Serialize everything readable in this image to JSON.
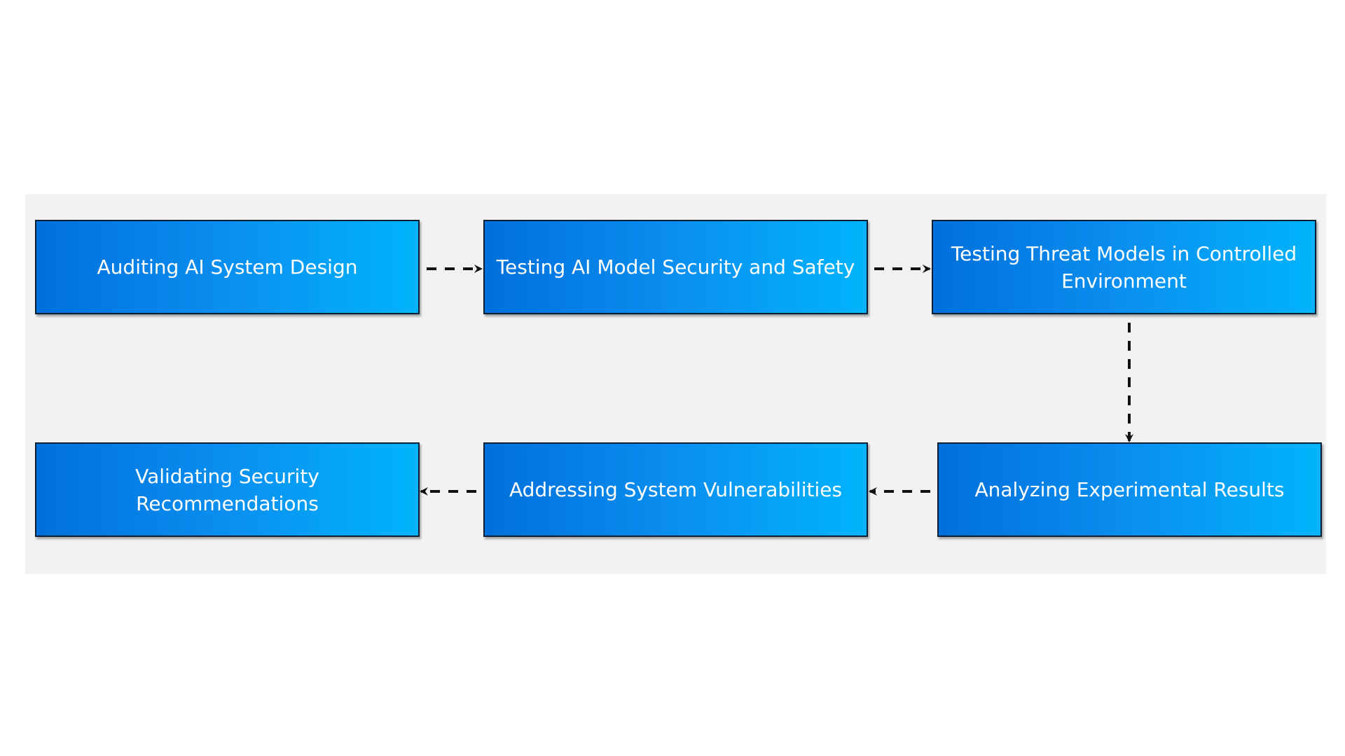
{
  "diagram": {
    "steps": [
      {
        "id": "auditing",
        "label": "Auditing AI System Design"
      },
      {
        "id": "testing-model",
        "label": "Testing AI Model Security and Safety"
      },
      {
        "id": "testing-threat",
        "label": "Testing Threat Models in Controlled Environment"
      },
      {
        "id": "analyzing",
        "label": "Analyzing Experimental Results"
      },
      {
        "id": "addressing",
        "label": "Addressing System Vulnerabilities"
      },
      {
        "id": "validating",
        "label": "Validating Security Recommendations"
      }
    ],
    "connectors": [
      {
        "from": "auditing",
        "to": "testing-model",
        "style": "dashed"
      },
      {
        "from": "testing-model",
        "to": "testing-threat",
        "style": "dashed"
      },
      {
        "from": "testing-threat",
        "to": "analyzing",
        "style": "dashed"
      },
      {
        "from": "analyzing",
        "to": "addressing",
        "style": "dashed"
      },
      {
        "from": "addressing",
        "to": "validating",
        "style": "dashed"
      }
    ],
    "colors": {
      "box_gradient_start": "#0070db",
      "box_gradient_end": "#00b4fb",
      "box_border": "#0b1f33",
      "box_text": "#ffffff",
      "panel_background": "#f2f2f2",
      "arrow": "#111111"
    }
  }
}
